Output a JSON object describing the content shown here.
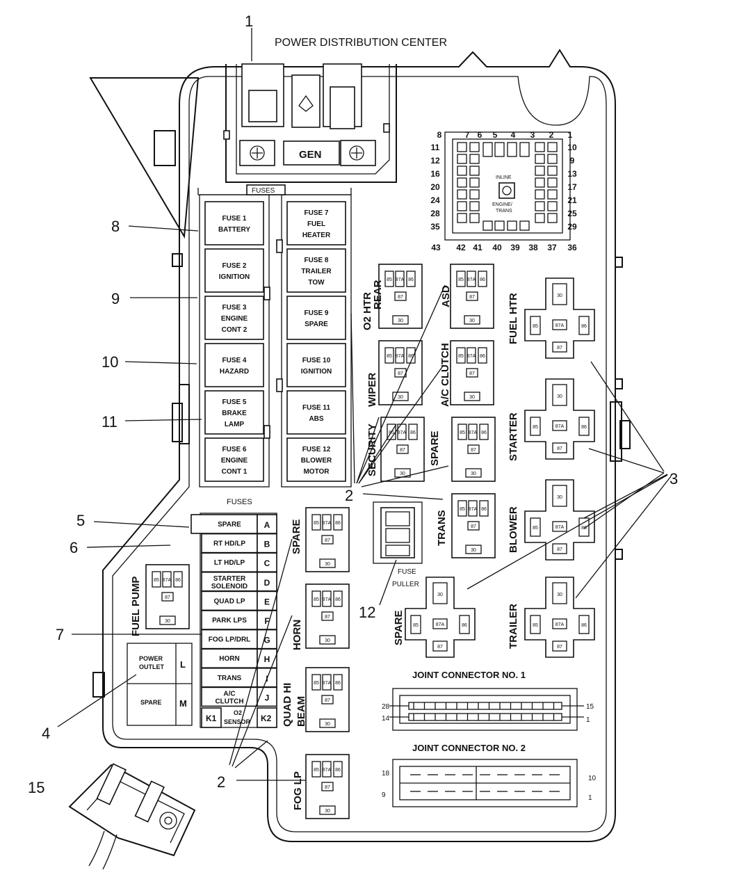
{
  "title": "POWER DISTRIBUTION CENTER",
  "callouts": {
    "c1": "1",
    "c2a": "2",
    "c2b": "2",
    "c3": "3",
    "c4": "4",
    "c5": "5",
    "c6": "6",
    "c7": "7",
    "c8": "8",
    "c9": "9",
    "c10": "10",
    "c11": "11",
    "c12": "12",
    "c15": "15"
  },
  "generator": "GEN",
  "fuses_header_1": "FUSES",
  "fuses_header_2": "FUSES",
  "left_fuses": [
    [
      "FUSE 1",
      "BATTERY",
      ""
    ],
    [
      "FUSE 2",
      "IGNITION",
      ""
    ],
    [
      "FUSE 3",
      "ENGINE",
      "CONT 2"
    ],
    [
      "FUSE 4",
      "HAZARD",
      ""
    ],
    [
      "FUSE 5",
      "BRAKE",
      "LAMP"
    ],
    [
      "FUSE 6",
      "ENGINE",
      "CONT 1"
    ]
  ],
  "right_fuses": [
    [
      "FUSE 7",
      "FUEL",
      "HEATER"
    ],
    [
      "FUSE 8",
      "TRAILER",
      "TOW"
    ],
    [
      "FUSE 9",
      "SPARE",
      ""
    ],
    [
      "FUSE 10",
      "IGNITION",
      ""
    ],
    [
      "FUSE 11",
      "ABS",
      ""
    ],
    [
      "FUSE 12",
      "BLOWER",
      "MOTOR"
    ]
  ],
  "letter_fuses": [
    [
      "SPARE",
      "",
      "A"
    ],
    [
      "RT HD/LP",
      "",
      "B"
    ],
    [
      "LT HD/LP",
      "",
      "C"
    ],
    [
      "STARTER",
      "SOLENOID",
      "D"
    ],
    [
      "QUAD LP",
      "",
      "E"
    ],
    [
      "PARK LPS",
      "",
      "F"
    ],
    [
      "FOG LP/DRL",
      "",
      "G"
    ],
    [
      "HORN",
      "",
      "H"
    ],
    [
      "TRANS",
      "",
      "I"
    ],
    [
      "A/C",
      "CLUTCH",
      "J"
    ]
  ],
  "k_row": {
    "k1": "K1",
    "label1": "O2",
    "label2": "SENSOR",
    "k2": "K2"
  },
  "outlet": {
    "power1": "POWER",
    "power2": "OUTLET",
    "l": "L",
    "spare": "SPARE",
    "m": "M"
  },
  "relays_small": {
    "fuel_pump": "FUEL PUMP",
    "o2_htr_1": "O2 HTR",
    "o2_htr_2": "REAR",
    "asd": "ASD",
    "wiper": "WIPER",
    "ac_clutch": "A/C CLUTCH",
    "security": "SECURITY",
    "spare_mid": "SPARE",
    "trans": "TRANS",
    "spare_left": "SPARE",
    "horn": "HORN",
    "quad_1": "QUAD HI",
    "quad_2": "BEAM",
    "fog": "FOG LP"
  },
  "relays_large": {
    "fuel_htr": "FUEL HTR",
    "starter": "STARTER",
    "blower": "BLOWER",
    "trailer": "TRAILER",
    "spare": "SPARE"
  },
  "relay_pins": {
    "p85": "85",
    "p86": "86",
    "p87a": "87A",
    "p87": "87",
    "p30": "30"
  },
  "fuse_puller": {
    "l1": "FUSE",
    "l2": "PULLER"
  },
  "inline": {
    "inline": "INLINE",
    "engine": "ENGINE/",
    "trans": "TRANS"
  },
  "inline_pins_top": [
    "8",
    "7",
    "6",
    "5",
    "4",
    "3",
    "2",
    "1"
  ],
  "inline_pins_left": [
    "11",
    "12",
    "16",
    "20",
    "24",
    "28",
    "35"
  ],
  "inline_pins_right": [
    "10",
    "9",
    "13",
    "17",
    "21",
    "25",
    "29"
  ],
  "inline_pins_bottom": [
    "43",
    "42",
    "41",
    "40",
    "39",
    "38",
    "37",
    "36"
  ],
  "joint1": {
    "title": "JOINT CONNECTOR NO. 1",
    "tl": "28",
    "bl": "14",
    "tr": "15",
    "br": "1"
  },
  "joint2": {
    "title": "JOINT CONNECTOR NO. 2",
    "tl": "18",
    "bl": "9",
    "tr": "10",
    "br": "1"
  }
}
